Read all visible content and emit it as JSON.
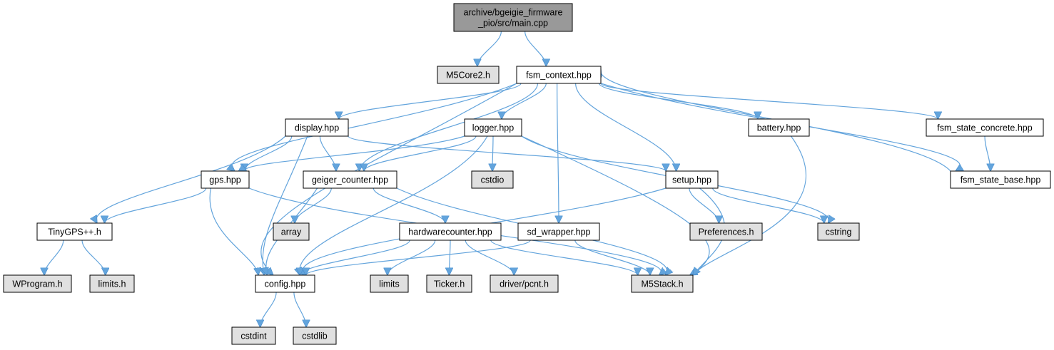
{
  "colors": {
    "root_fill": "#999999",
    "internal_fill": "#ffffff",
    "external_fill": "#e0e0e0",
    "edge": "#63a4dc"
  },
  "nodes": [
    {
      "id": "main",
      "lines": [
        "archive/bgeigie_firmware",
        "_pio/src/main.cpp"
      ],
      "kind": "root"
    },
    {
      "id": "m5core2",
      "lines": [
        "M5Core2.h"
      ],
      "kind": "external"
    },
    {
      "id": "fsm_context",
      "lines": [
        "fsm_context.hpp"
      ],
      "kind": "internal"
    },
    {
      "id": "display",
      "lines": [
        "display.hpp"
      ],
      "kind": "internal"
    },
    {
      "id": "logger",
      "lines": [
        "logger.hpp"
      ],
      "kind": "internal"
    },
    {
      "id": "battery",
      "lines": [
        "battery.hpp"
      ],
      "kind": "internal"
    },
    {
      "id": "fsm_state_concrete",
      "lines": [
        "fsm_state_concrete.hpp"
      ],
      "kind": "internal"
    },
    {
      "id": "gps",
      "lines": [
        "gps.hpp"
      ],
      "kind": "internal"
    },
    {
      "id": "geiger_counter",
      "lines": [
        "geiger_counter.hpp"
      ],
      "kind": "internal"
    },
    {
      "id": "cstdio",
      "lines": [
        "cstdio"
      ],
      "kind": "external"
    },
    {
      "id": "setup",
      "lines": [
        "setup.hpp"
      ],
      "kind": "internal"
    },
    {
      "id": "fsm_state_base",
      "lines": [
        "fsm_state_base.hpp"
      ],
      "kind": "internal"
    },
    {
      "id": "tinygps",
      "lines": [
        "TinyGPS++.h"
      ],
      "kind": "internal"
    },
    {
      "id": "array",
      "lines": [
        "array"
      ],
      "kind": "external"
    },
    {
      "id": "hardwarecounter",
      "lines": [
        "hardwarecounter.hpp"
      ],
      "kind": "internal"
    },
    {
      "id": "sd_wrapper",
      "lines": [
        "sd_wrapper.hpp"
      ],
      "kind": "internal"
    },
    {
      "id": "preferences",
      "lines": [
        "Preferences.h"
      ],
      "kind": "external"
    },
    {
      "id": "cstring",
      "lines": [
        "cstring"
      ],
      "kind": "external"
    },
    {
      "id": "wprogram",
      "lines": [
        "WProgram.h"
      ],
      "kind": "external"
    },
    {
      "id": "limits_h",
      "lines": [
        "limits.h"
      ],
      "kind": "external"
    },
    {
      "id": "config",
      "lines": [
        "config.hpp"
      ],
      "kind": "internal"
    },
    {
      "id": "limits",
      "lines": [
        "limits"
      ],
      "kind": "external"
    },
    {
      "id": "ticker",
      "lines": [
        "Ticker.h"
      ],
      "kind": "external"
    },
    {
      "id": "driver_pcnt",
      "lines": [
        "driver/pcnt.h"
      ],
      "kind": "external"
    },
    {
      "id": "m5stack",
      "lines": [
        "M5Stack.h"
      ],
      "kind": "external"
    },
    {
      "id": "cstdint",
      "lines": [
        "cstdint"
      ],
      "kind": "external"
    },
    {
      "id": "cstdlib",
      "lines": [
        "cstdlib"
      ],
      "kind": "external"
    }
  ],
  "edges": [
    [
      "main",
      "m5core2"
    ],
    [
      "main",
      "fsm_context"
    ],
    [
      "fsm_context",
      "display"
    ],
    [
      "fsm_context",
      "logger"
    ],
    [
      "fsm_context",
      "battery"
    ],
    [
      "fsm_context",
      "fsm_state_concrete"
    ],
    [
      "fsm_context",
      "gps"
    ],
    [
      "fsm_context",
      "geiger_counter"
    ],
    [
      "fsm_context",
      "setup"
    ],
    [
      "fsm_context",
      "sd_wrapper"
    ],
    [
      "fsm_context",
      "config"
    ],
    [
      "fsm_context",
      "fsm_state_base"
    ],
    [
      "display",
      "gps"
    ],
    [
      "display",
      "geiger_counter"
    ],
    [
      "display",
      "setup"
    ],
    [
      "display",
      "tinygps"
    ],
    [
      "display",
      "config"
    ],
    [
      "logger",
      "gps"
    ],
    [
      "logger",
      "geiger_counter"
    ],
    [
      "logger",
      "cstdio"
    ],
    [
      "logger",
      "config"
    ],
    [
      "logger",
      "cstring"
    ],
    [
      "logger",
      "m5stack"
    ],
    [
      "battery",
      "m5stack"
    ],
    [
      "fsm_state_concrete",
      "fsm_state_base"
    ],
    [
      "fsm_state_base",
      "fsm_context"
    ],
    [
      "gps",
      "tinygps"
    ],
    [
      "gps",
      "config"
    ],
    [
      "gps",
      "m5stack"
    ],
    [
      "geiger_counter",
      "array"
    ],
    [
      "geiger_counter",
      "config"
    ],
    [
      "geiger_counter",
      "hardwarecounter"
    ],
    [
      "geiger_counter",
      "m5stack"
    ],
    [
      "setup",
      "preferences"
    ],
    [
      "setup",
      "cstring"
    ],
    [
      "setup",
      "config"
    ],
    [
      "setup",
      "m5stack"
    ],
    [
      "tinygps",
      "wprogram"
    ],
    [
      "tinygps",
      "limits_h"
    ],
    [
      "hardwarecounter",
      "config"
    ],
    [
      "hardwarecounter",
      "limits"
    ],
    [
      "hardwarecounter",
      "ticker"
    ],
    [
      "hardwarecounter",
      "driver_pcnt"
    ],
    [
      "hardwarecounter",
      "m5stack"
    ],
    [
      "sd_wrapper",
      "config"
    ],
    [
      "sd_wrapper",
      "m5stack"
    ],
    [
      "config",
      "cstdint"
    ],
    [
      "config",
      "cstdlib"
    ]
  ]
}
